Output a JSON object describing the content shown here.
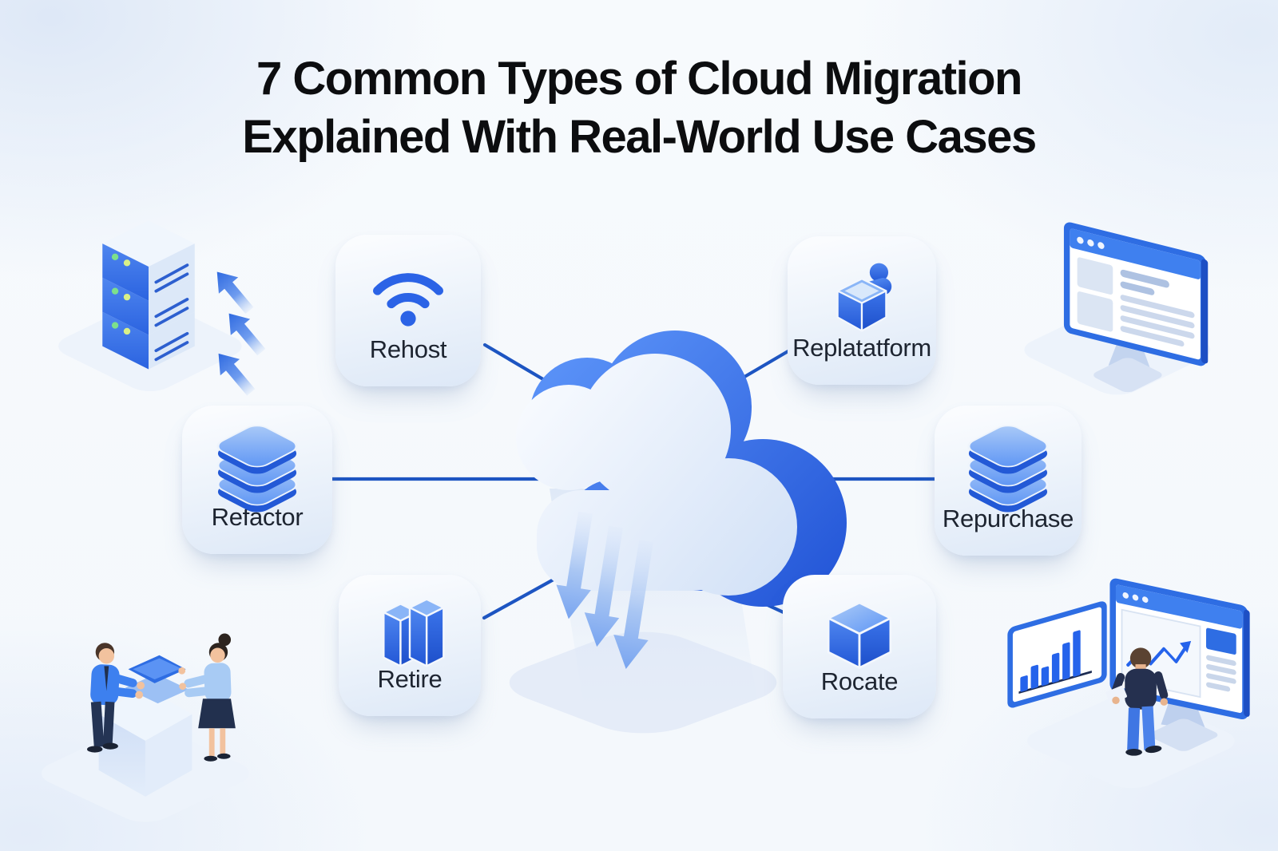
{
  "title": {
    "line1": "7 Common Types of Cloud Migration",
    "line2": "Explained With Real-World Use Cases"
  },
  "nodes": [
    {
      "id": "rehost",
      "label": "Rehost",
      "icon": "wifi-icon"
    },
    {
      "id": "replatform",
      "label": "Replatatform",
      "icon": "open-box-person-icon"
    },
    {
      "id": "refactor",
      "label": "Refactor",
      "icon": "stacked-layers-icon"
    },
    {
      "id": "repurchase",
      "label": "Repurchase",
      "icon": "stacked-layers-icon"
    },
    {
      "id": "retire",
      "label": "Retire",
      "icon": "twin-pillars-icon"
    },
    {
      "id": "relocate",
      "label": "Rocate",
      "icon": "cube-icon"
    }
  ],
  "center": {
    "icon": "cloud-download-icon"
  },
  "decorations": [
    "server-stack-illustration",
    "browser-monitor-illustration",
    "people-handoff-illustration",
    "analytics-dashboard-illustration"
  ],
  "colors": {
    "accent_blue": "#2563eb",
    "deep_blue": "#1d4fd0",
    "connector_line": "#1d55c2",
    "label_text": "#1d2430",
    "title_text": "#0c0d0f"
  }
}
